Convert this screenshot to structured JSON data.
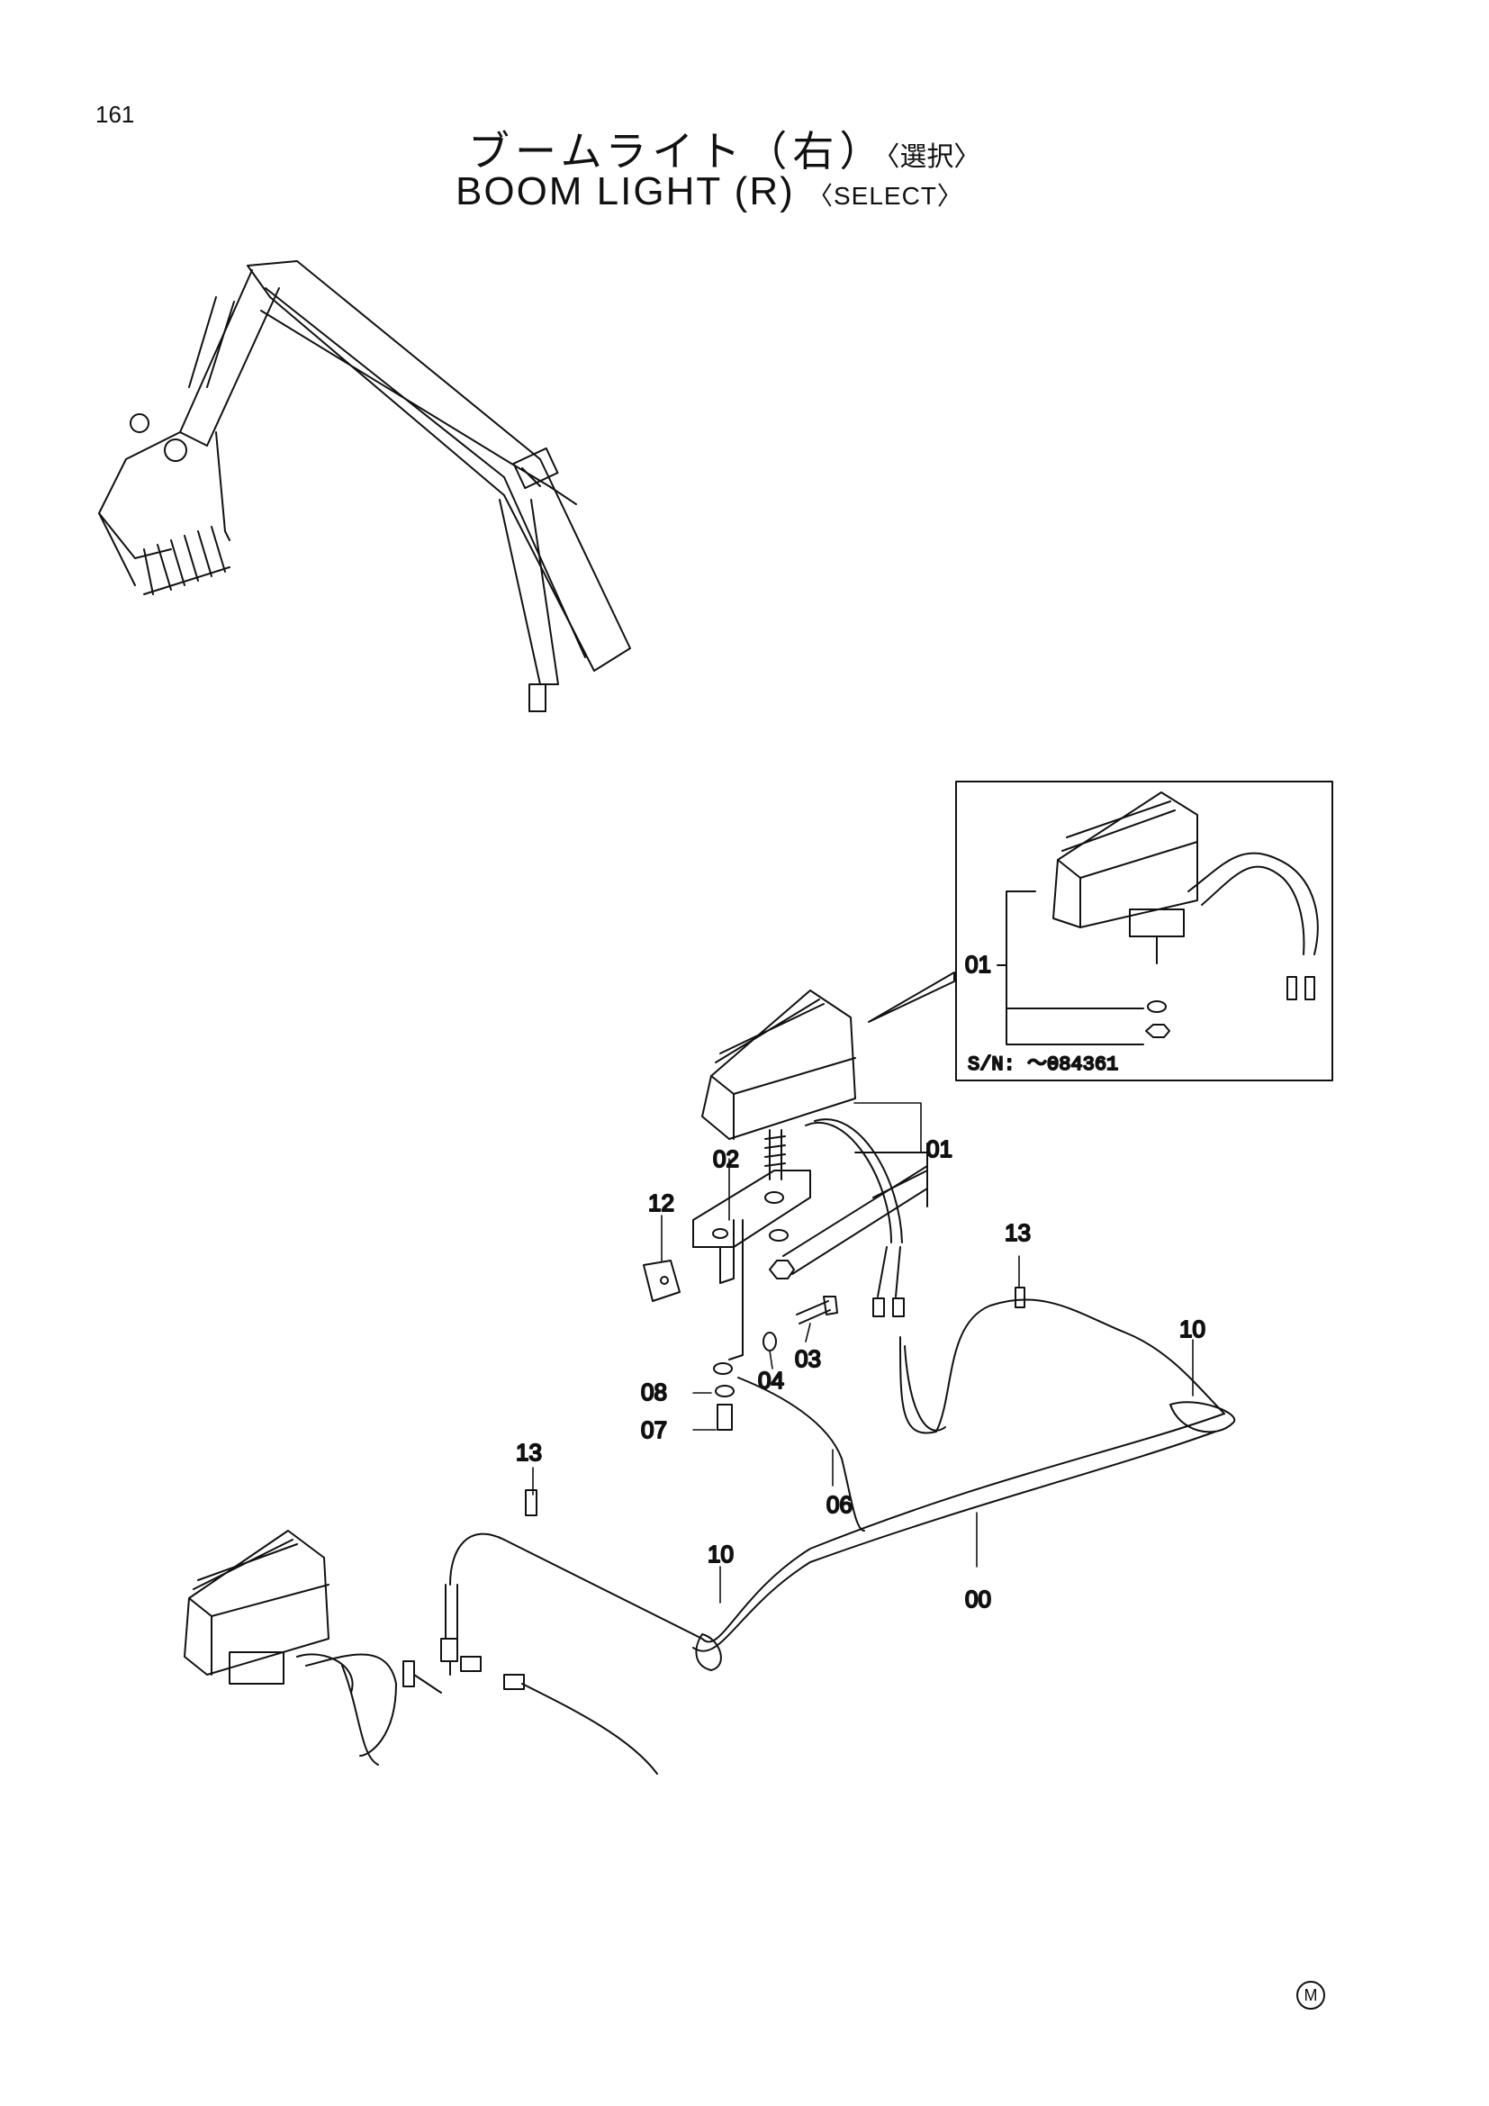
{
  "page": {
    "number": "161"
  },
  "title": {
    "jp": "ブームライト（右）",
    "jp_note": "〈選択〉",
    "en": "BOOM LIGHT (R)",
    "en_note": "〈SELECT〉"
  },
  "inset": {
    "serial_note": "S/N: ～084361",
    "callout": "01"
  },
  "callouts": {
    "c00": "00",
    "c01": "01",
    "c02": "02",
    "c03": "03",
    "c04": "04",
    "c06": "06",
    "c07": "07",
    "c08": "08",
    "c10a": "10",
    "c10b": "10",
    "c12": "12",
    "c13a": "13",
    "c13b": "13"
  },
  "footer_mark": "M"
}
